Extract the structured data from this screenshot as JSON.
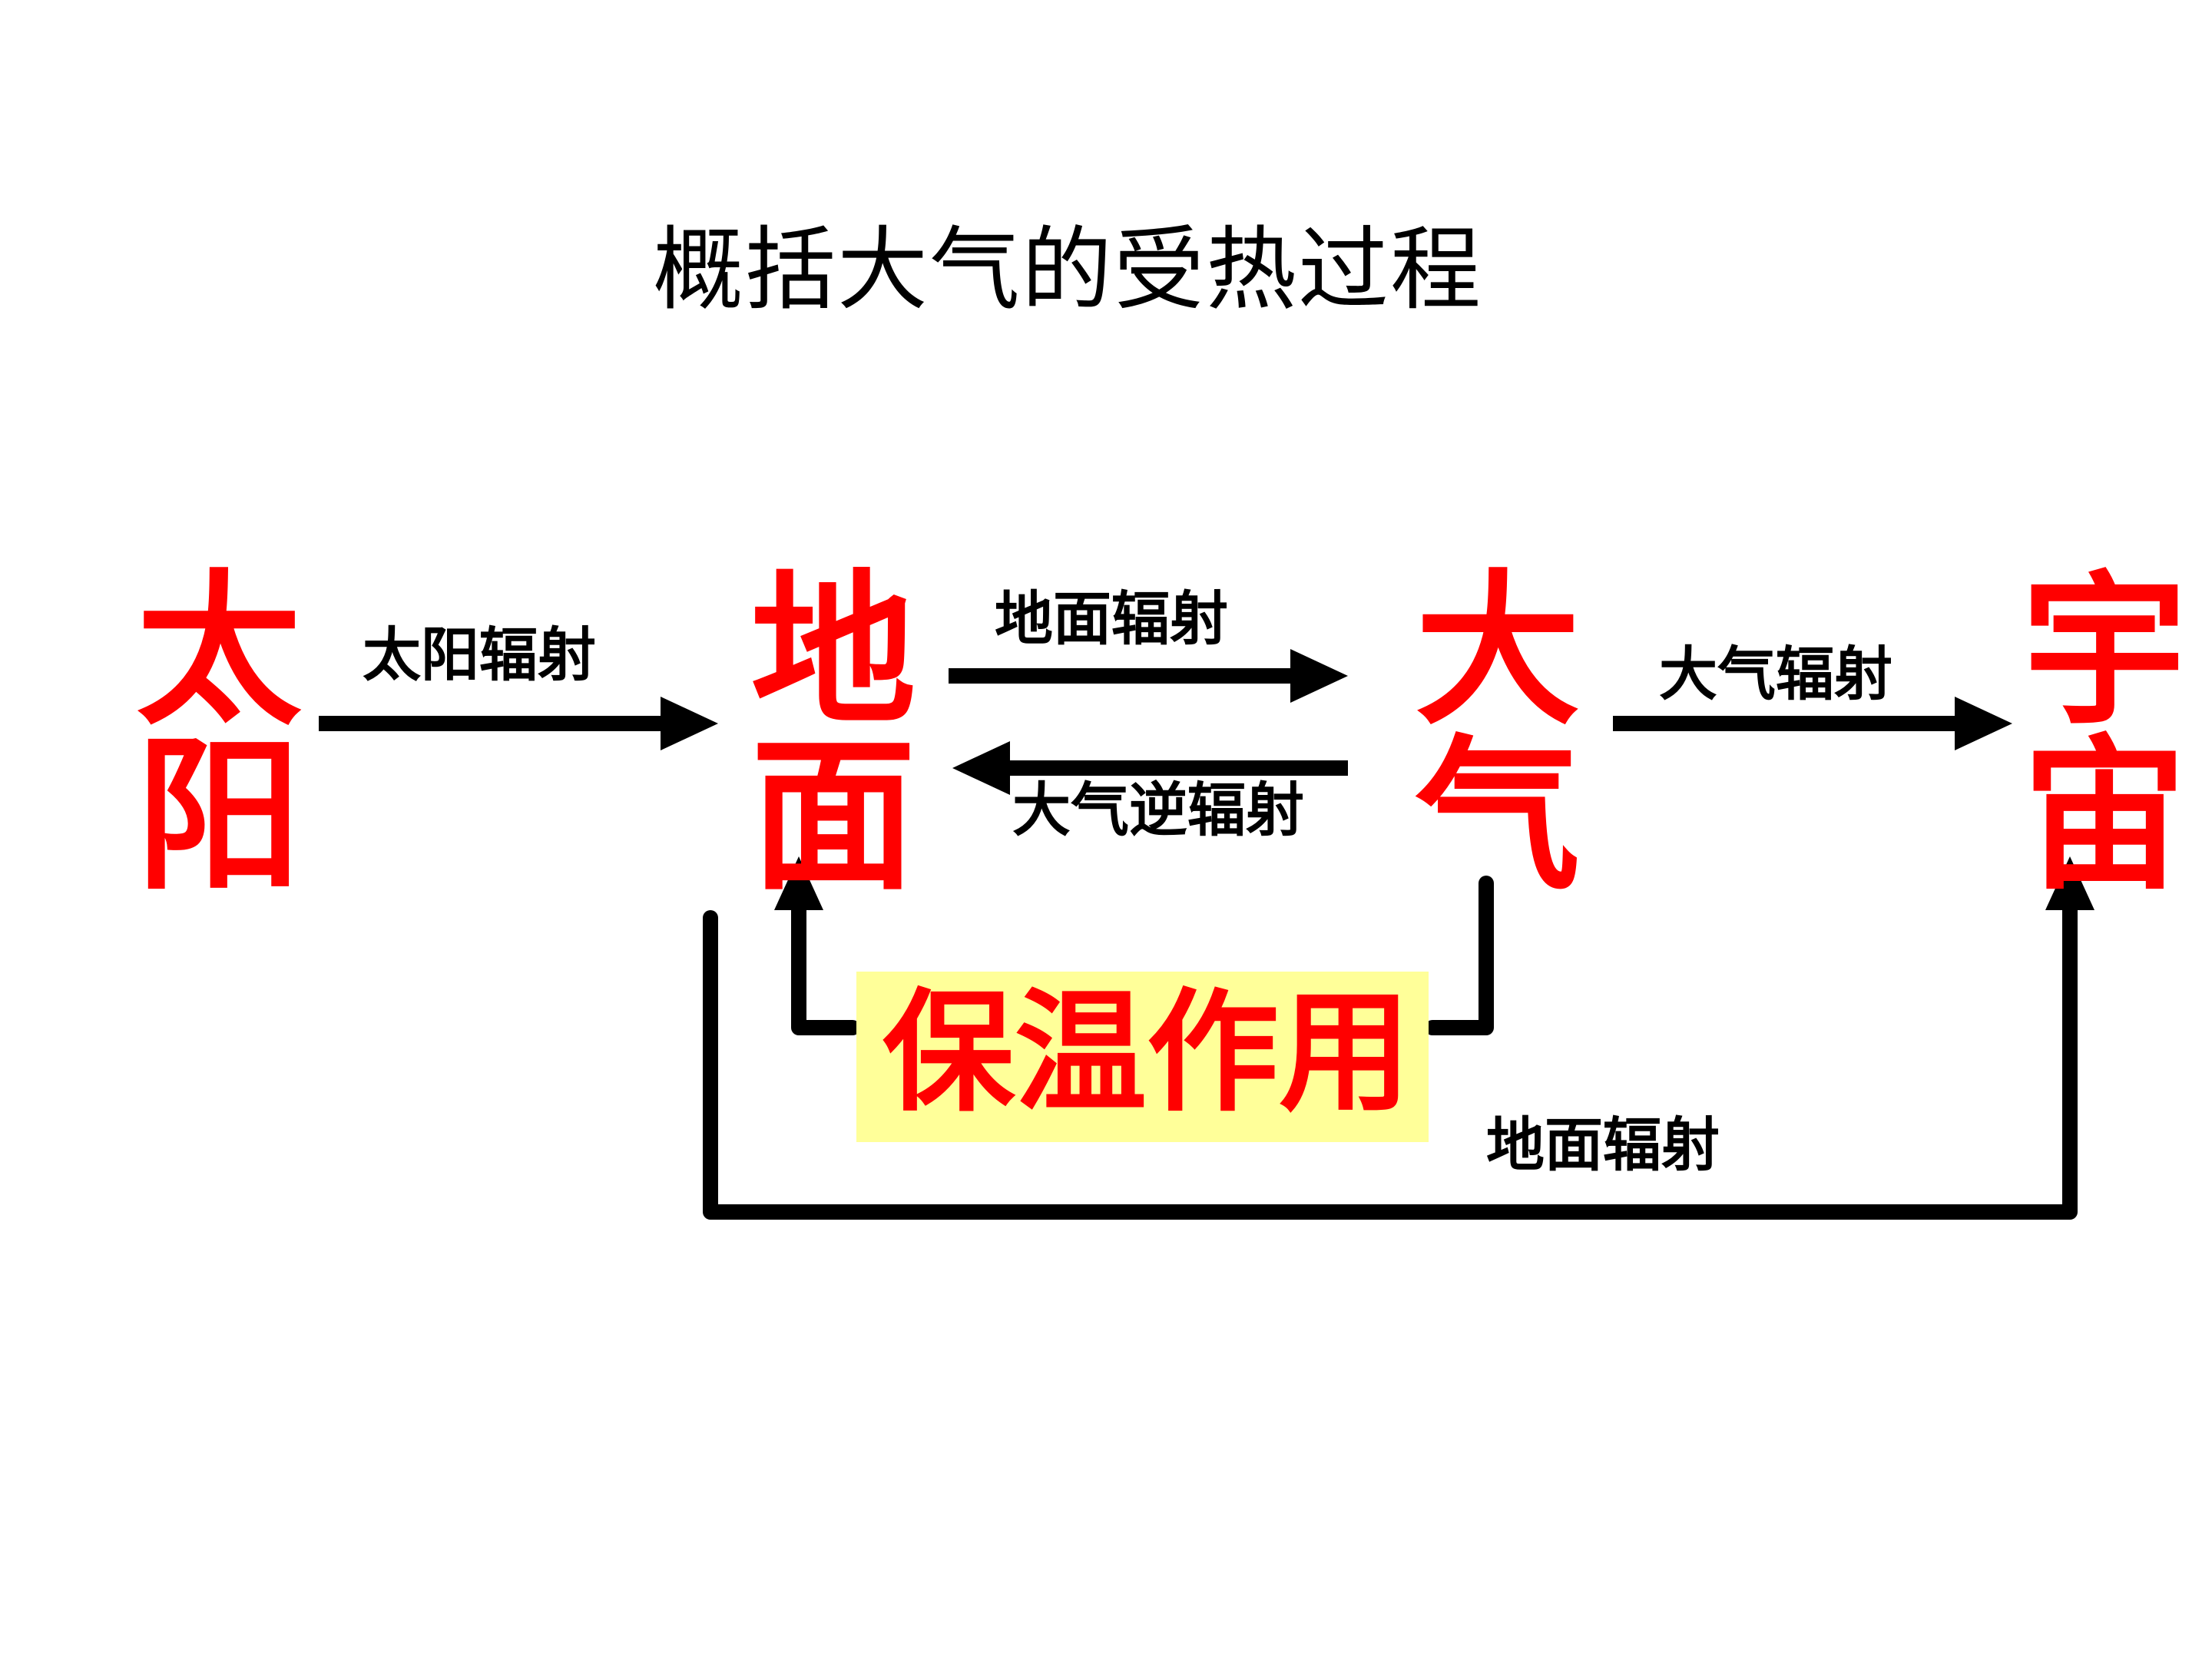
{
  "title": "概括大气的受热过程",
  "nodes": {
    "sun": [
      "太",
      "阳"
    ],
    "ground": [
      "地",
      "面"
    ],
    "atmosphere": [
      "大",
      "气"
    ],
    "space": [
      "宇",
      "宙"
    ]
  },
  "flows": {
    "solar_radiation": "太阳辐射",
    "ground_radiation_up": "地面辐射",
    "atmospheric_counter_radiation": "大气逆辐射",
    "atmospheric_radiation": "大气辐射",
    "ground_radiation_space": "地面辐射"
  },
  "insulation_effect": "保温作用",
  "colors": {
    "node_text": "#ff0000",
    "arrow": "#000000",
    "highlight_background": "#ffff99",
    "highlight_text": "#ff0000"
  }
}
